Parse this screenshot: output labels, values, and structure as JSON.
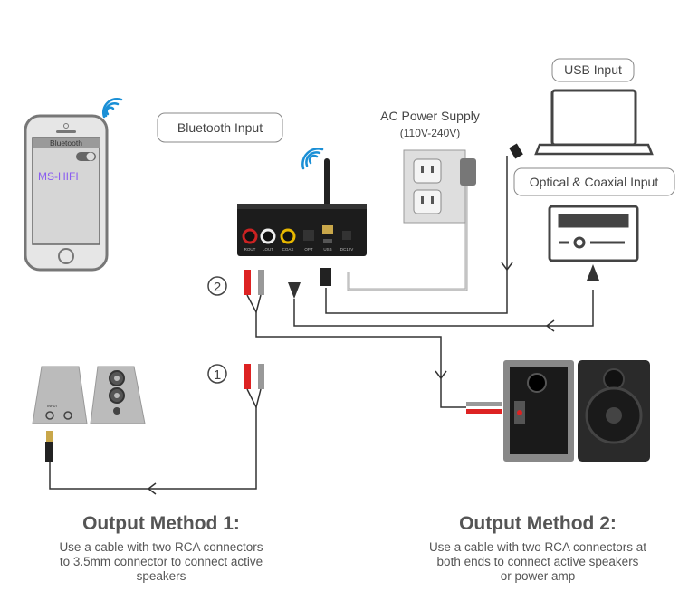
{
  "labels": {
    "bluetooth_input": "Bluetooth Input",
    "ac_power": "AC Power Supply",
    "ac_voltage": "(110V-240V)",
    "usb_input": "USB Input",
    "optical_coaxial_input": "Optical & Coaxial Input"
  },
  "phone": {
    "screen_header": "Bluetooth",
    "device_name": "MS-HIFI"
  },
  "device_ports": [
    "ROUT",
    "LOUT",
    "COAX",
    "OPT",
    "USB",
    "DC12V"
  ],
  "speaker_port_label": "INPUT",
  "markers": {
    "method1": "①",
    "method2": "②"
  },
  "output_method_1": {
    "title": "Output Method 1:",
    "lines": [
      "Use a cable with two RCA connectors",
      "to 3.5mm connector to connect active",
      "speakers"
    ]
  },
  "output_method_2": {
    "title": "Output Method 2:",
    "lines": [
      "Use a cable with two RCA connectors at",
      "both ends to connect active speakers",
      "or power amp"
    ]
  },
  "colors": {
    "text": "#555555",
    "cable": "#333333",
    "accent_blue": "#1a8fd6",
    "phone_purple": "#8a5cf0"
  }
}
